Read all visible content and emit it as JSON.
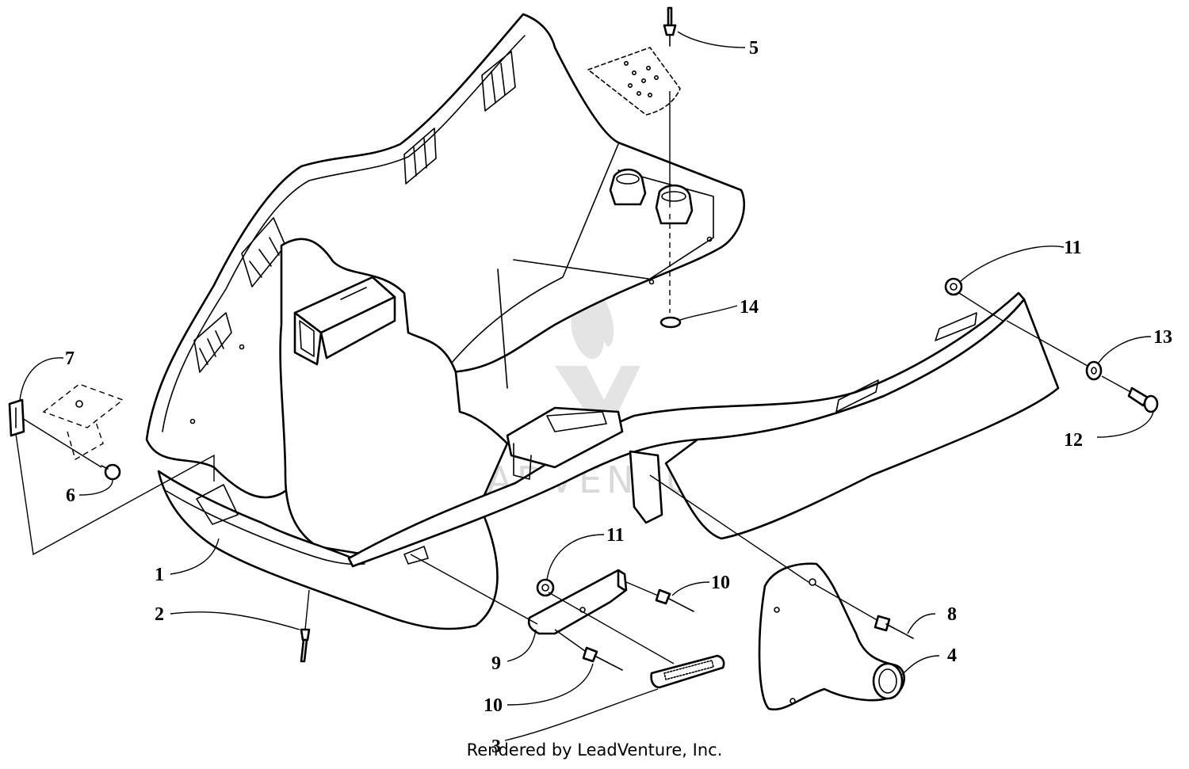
{
  "diagram": {
    "callouts": [
      "1",
      "2",
      "3",
      "4",
      "5",
      "6",
      "7",
      "8",
      "9",
      "10",
      "10",
      "11",
      "11",
      "12",
      "13",
      "14"
    ]
  },
  "watermark": {
    "text": "LEADVENTURE"
  },
  "footer": {
    "credit": "Rendered by LeadVenture, Inc."
  }
}
